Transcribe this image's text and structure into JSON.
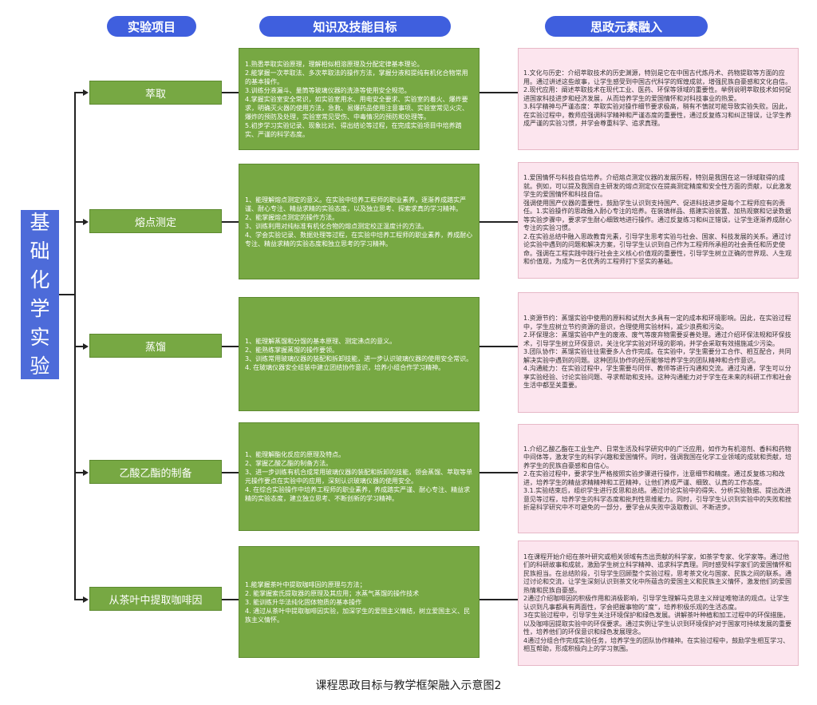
{
  "headers": {
    "col1": "实验项目",
    "col2": "知识及技能目标",
    "col3": "思政元素融入"
  },
  "root_label": "基础化学实验",
  "experiments": [
    {
      "name": "萃取",
      "skills": "1.熟悉萃取实验原理，理解相似相溶原理及分配定律基本理论。\n2.能掌握一次萃取法、多次萃取法的操作方法，掌握分液和提纯有机化合物常用的基本操作。\n3.训练分液漏斗、量筒等玻璃仪器的洗涤等使用安全规范。\n4.掌握实验室安全常识，如实验室用水、用电安全要求、实验室的着火、爆炸要求，明确灭火器的使用方法，急救、易爆药品使用注意事项、实验室常见火灾、爆炸的预防及处理，实验室常见受伤、中毒情况的预防和处理等。\n5.初步学习实验记录、现象比对、得出结论等过程，在完成实验项目中培养踏实、严谨的科学态度。",
      "ideology": "1.文化与历史：介绍萃取技术的历史渊源，特别是它在中国古代炼丹术、药物提取等方面的应用。通过讲述这些故事，让学生感受到中国古代科学的辉煌成就，增强民族自豪感和文化自信。\n2.现代应用：阐述萃取技术在现代工业、医药、环保等领域的重要性。举例说明萃取技术如何促进国家科技进步和经济发展，从而培养学生的爱国情怀和对科技事业的热爱。\n3.科学精神与严谨态度：萃取实验对操作细节要求极高，稍有不慎就可能导致实验失败。因此，在实验过程中，教师应强调科学精神和严谨态度的重要性，通过反复练习和纠正错误，让学生养成严谨的实验习惯，并学会尊重科学、追求真理。"
    },
    {
      "name": "熔点测定",
      "skills": "1、能理解熔点测定的意义。在实验中培养工程师的职业素养，逐渐养成踏实严谨、耐心专注、精益求精的实验态度，以及独立思考、探索求真的学习精神。\n2、能掌握熔点测定的操作方法。\n3、训练利用对纯标准有机化合物的熔点测定校正温度计的方法。\n4、学会实验记录、数据处理等过程，在实验中培养工程师的职业素养，养成耐心专注、精益求精的实验态度和独立思考的学习精神。",
      "ideology": "1.爱国情怀与科技自信培养。介绍熔点测定仪器的发展历程，特别是我国在这一领域取得的成就。例如，可以提及我国自主研发的熔点测定仪在提高测定精度和安全性方面的贡献，以此激发学生的爱国情怀和科技自信。\n强调使用国产仪器的重要性，鼓励学生认识到支持国产、促进科技进步是每个工程师应有的责任。1.实验操作的思政融入耐心专注的培养。在装填样品、搭建实验装置、加热观察和记录数据等实验步骤中，要求学生耐心细致地进行操作。通过反复练习和纠正错误，让学生逐渐养成耐心专注的实验习惯。\n2.在实验总结中融入思政教育元素，引导学生思考实验与社会、国家、科技发展的关系。通过讨论实验中遇到的问题和解决方案，引导学生认识到自己作为工程师所承担的社会责任和历史使命。强调在工程实践中践行社会主义核心价值观的重要性，引导学生树立正确的世界观、人生观和价值观，为成为一名优秀的工程师打下坚实的基础。"
    },
    {
      "name": "蒸馏",
      "skills": "1、能理解蒸馏和分馏的基本原理、测定沸点的意义。\n2、能熟练掌握蒸馏的操作要领。\n3、训练常用玻璃仪器的装配和拆卸技能，进一步认识玻璃仪器的使用安全常识。\n4. 在玻璃仪器安全组装中建立团结协作意识，培养小组合作学习精神。",
      "ideology": "1.资源节约：蒸馏实验中使用的原料和试剂大多具有一定的成本和环境影响。因此，在实验过程中，学生应树立节约资源的意识，合理使用实验材料，减少浪费和污染。\n2.环保理念：蒸馏实验中产生的废液、废气等废弃物需要妥善处理。通过介绍环保法规和环保技术，引导学生树立环保意识，关注化学实验对环境的影响，并学会采取有效措施减少污染。\n3.团队协作：蒸馏实验往往需要多人合作完成。在实验中，学生需要分工合作、相互配合，共同解决实验中遇到的问题。这种团队协作的经历能够培养学生的团队精神和合作意识。\n4.沟通能力：在实验过程中，学生需要与同伴、教师等进行沟通和交流。通过沟通，学生可以分享实验经验、讨论实验问题、寻求帮助和支持。这种沟通能力对于学生在未来的科研工作和社会生活中都至关重要。"
    },
    {
      "name": "乙酸乙酯的制备",
      "skills": "1、能理解酯化反应的原理及特点。\n2、掌握乙酸乙酯的制备方法。\n3、进一步训练有机合成常用玻璃仪器的装配和拆卸的技能，领会蒸馏、萃取等单元操作要点在实验中的应用，深刻认识玻璃仪器的使用安全。\n4. 在综合实验操作中培养工程师的职业素养，养成踏实严谨、耐心专注、精益求精的实验态度，建立独立思考、不断创新的学习精神。",
      "ideology": "1.介绍乙酸乙酯在工业生产、日常生活及科学研究中的广泛应用，如作为有机溶剂、香料和药物中间体等，激发学生的科学兴趣和爱国情怀。同时，强调我国在化学工业领域的成就和贡献，培养学生的民族自豪感和自信心。\n2.在实验过程中，要求学生严格按照实验步骤进行操作，注意细节和精度。通过反复练习和改进，培养学生的精益求精精神和工匠精神，让他们养成严谨、细致、认真的工作态度。\n3.1.实验结束后，组织学生进行反思和总结。通过讨论实验中的得失、分析实验数据、提出改进意见等过程，培养学生的科学态度和批判性思维能力。同时，引导学生认识到实验中的失败和挫折是科学研究中不可避免的一部分，要学会从失败中汲取教训、不断进步。"
    },
    {
      "name": "从茶叶中提取咖啡因",
      "skills": "1.能掌握茶叶中提取咖啡因的原理与方法；\n2. 能掌握索氏提取器的原理及其应用；水蒸气蒸馏的操作技术\n3. 能训练升华法纯化固体物质的基本操作\n4. 通过从茶叶中提取咖啡因实验，加深学生的爱国主义情结，树立爱国主义、民族主义情怀。",
      "ideology": "1在课程开始介绍在茶叶研究或相关领域有杰出贡献的科学家，如茶学专家、化学家等。通过他们的科研故事和成就，激励学生树立科学精神、追求科学真理。同时感受科学家们的爱国情怀和民族担当。在总结阶段，引导学生回顾整个实验过程，思考茶文化与国家、民族之间的联系。通过讨论和交流，让学生深刻认识到茶文化中所蕴含的爱国主义和民族主义情怀，激发他们的爱国热情和民族自豪感。\n2通过介绍咖啡因的积极作用和消极影响，引导学生理解马克思主义辩证唯物法的观点。让学生认识到凡事都具有两面性，学会把握事物的“度”，培养积极乐观的生活态度。\n3在实验过程中，引导学生关注环境保护和绿色发展。讲解茶叶种植和加工过程中的环保措施，以及咖啡因提取实验中的环保要求。通过实例让学生认识到环境保护对于国家可持续发展的重要性，培养他们的环保意识和绿色发展理念。\n4通过分组合作完成实验任务，培养学生的团队协作精神。在实验过程中，鼓励学生相互学习、相互帮助，形成积极向上的学习氛围。"
    }
  ],
  "caption": "课程思政目标与教学框架融入示意图2",
  "colors": {
    "header_bg": "#3f5fde",
    "root_bg": "#4d6bd9",
    "green": "#77a843",
    "pink": "#fce5ee"
  }
}
